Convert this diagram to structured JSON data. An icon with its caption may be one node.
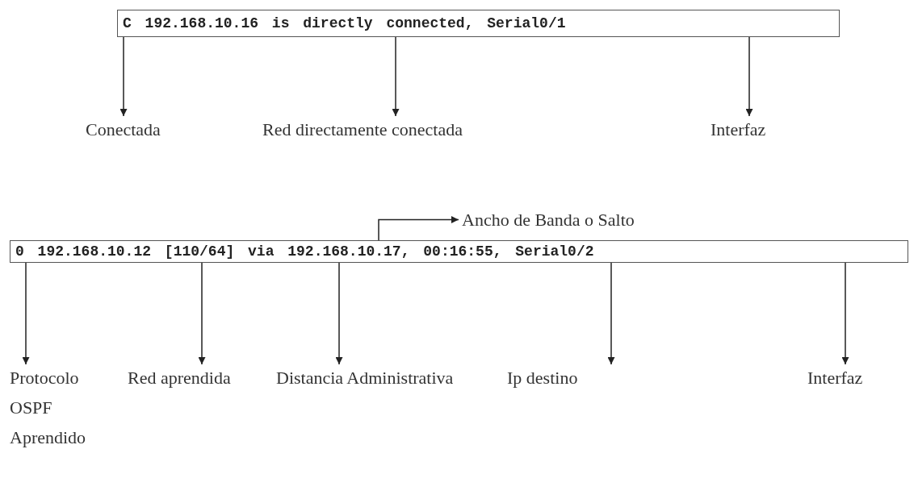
{
  "diagram": {
    "nodes": [
      {
        "text": [
          "C 192.168.10.16 is directly connected, Serial0/1"
        ]
      },
      {
        "text": [
          "Conectada"
        ]
      },
      {
        "text": [
          "Red directamente conectada"
        ]
      },
      {
        "text": [
          "Interfaz"
        ]
      },
      {
        "text": [
          "Ancho de Banda o Salto"
        ]
      },
      {
        "text": [
          "0 192.168.10.12 [110/64] via 192.168.10.17, 00:16:55, Serial0/2"
        ]
      },
      {
        "text": [
          "Protocolo OSPF Aprendido"
        ]
      },
      {
        "text": [
          "Red aprendida"
        ]
      },
      {
        "text": [
          "Distancia Administrativa"
        ]
      },
      {
        "text": [
          "Ip destino"
        ]
      },
      {
        "text": [
          "Interfaz"
        ]
      }
    ],
    "edges": [
      {
        "from": 0,
        "to": 1,
        "arrow": "to"
      },
      {
        "from": 0,
        "to": 2,
        "arrow": "to"
      },
      {
        "from": 0,
        "to": 3,
        "arrow": "to"
      },
      {
        "from": 5,
        "to": 4,
        "arrow": "to"
      },
      {
        "from": 5,
        "to": 6,
        "arrow": "to"
      },
      {
        "from": 5,
        "to": 7,
        "arrow": "to"
      },
      {
        "from": 5,
        "to": 8,
        "arrow": "to"
      },
      {
        "from": 5,
        "to": 9,
        "arrow": "to"
      },
      {
        "from": 5,
        "to": 10,
        "arrow": "to"
      }
    ]
  }
}
